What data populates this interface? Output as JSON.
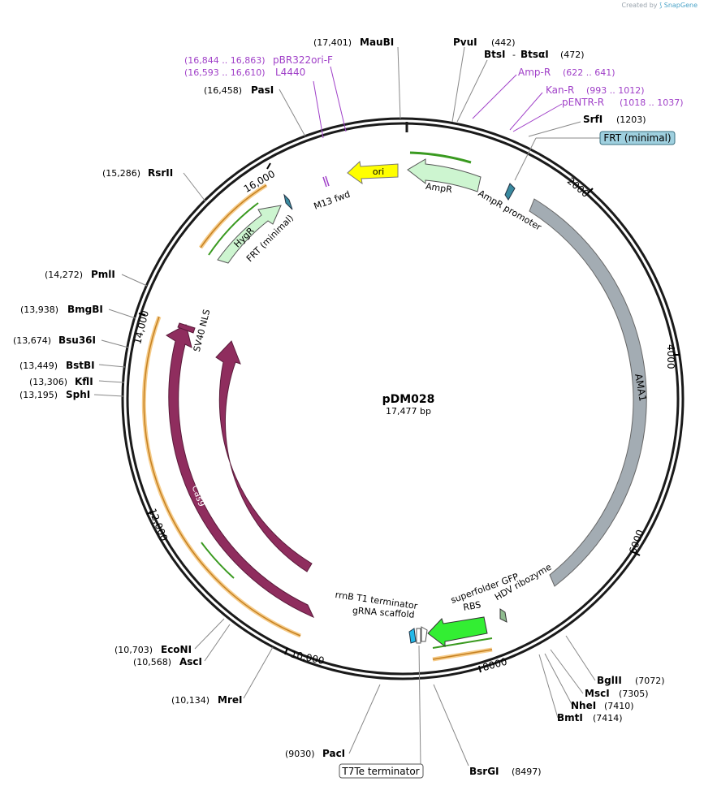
{
  "credit": {
    "text": "Created by",
    "brand": "SnapGene"
  },
  "plasmid": {
    "name": "pDM028",
    "length_label": "17,477 bp",
    "length": 17477
  },
  "colors": {
    "backbone": "#1a1a1a",
    "cas9": "#8f2d5e",
    "ama1": "#a3acb3",
    "resistance": "#cdf5d0",
    "ori": "#ffff00",
    "gfp": "#33ee33",
    "primer": "#a040c8",
    "orf_orange": "#f0a030",
    "orf_green": "#3a9a20",
    "frt": "#3a8aa0"
  },
  "enzymes": [
    {
      "name": "MauBI",
      "pos": "(17,401)"
    },
    {
      "name": "PvuI",
      "pos": "(442)"
    },
    {
      "name": "BtsI",
      "pos": "(472)"
    },
    {
      "name": "BtsαI",
      "pos": ""
    },
    {
      "name": "SrfI",
      "pos": "(1203)"
    },
    {
      "name": "PasI",
      "pos": "(16,458)"
    },
    {
      "name": "RsrII",
      "pos": "(15,286)"
    },
    {
      "name": "PmlI",
      "pos": "(14,272)"
    },
    {
      "name": "BmgBI",
      "pos": "(13,938)"
    },
    {
      "name": "Bsu36I",
      "pos": "(13,674)"
    },
    {
      "name": "BstBI",
      "pos": "(13,449)"
    },
    {
      "name": "KflI",
      "pos": "(13,306)"
    },
    {
      "name": "SphI",
      "pos": "(13,195)"
    },
    {
      "name": "EcoNI",
      "pos": "(10,703)"
    },
    {
      "name": "AscI",
      "pos": "(10,568)"
    },
    {
      "name": "MreI",
      "pos": "(10,134)"
    },
    {
      "name": "PacI",
      "pos": "(9030)"
    },
    {
      "name": "BsrGI",
      "pos": "(8497)"
    },
    {
      "name": "BglII",
      "pos": "(7072)"
    },
    {
      "name": "MscI",
      "pos": "(7305)"
    },
    {
      "name": "NheI",
      "pos": "(7410)"
    },
    {
      "name": "BmtI",
      "pos": "(7414)"
    }
  ],
  "primers": [
    {
      "name": "pBR322ori-F",
      "range": "(16,844 .. 16,863)"
    },
    {
      "name": "L4440",
      "range": "(16,593 .. 16,610)"
    },
    {
      "name": "Amp-R",
      "range": "(622 .. 641)"
    },
    {
      "name": "Kan-R",
      "range": "(993 .. 1012)"
    },
    {
      "name": "pENTR-R",
      "range": "(1018 .. 1037)"
    }
  ],
  "boxed_labels": {
    "frt_top": "FRT (minimal)",
    "t7te": "T7Te terminator"
  },
  "features": {
    "ori": "ori",
    "ampr": "AmpR",
    "ampr_promoter": "AmpR promoter",
    "m13": "M13 fwd",
    "hygr": "HygR",
    "frt": "FRT (minimal)",
    "sv40": "SV40 NLS",
    "cas9_a": "Cas9",
    "cas9_b": "Cas9",
    "ama1": "AMA1",
    "rrnb": "rrnB T1 terminator",
    "grna": "gRNA scaffold",
    "sfgfp": "superfolder GFP",
    "rbs": "RBS",
    "hdv": "HDV ribozyme"
  },
  "ticks": [
    "2000",
    "4000",
    "6000",
    "8000",
    "10,000",
    "12,000",
    "14,000",
    "16,000"
  ]
}
